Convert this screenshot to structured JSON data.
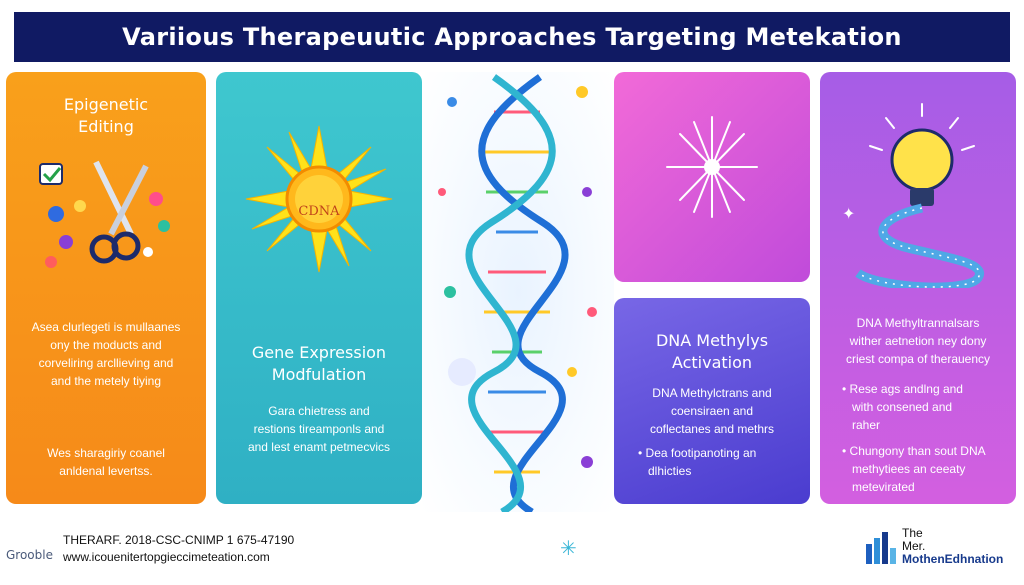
{
  "title": "Variious Therapeuutic Approaches Targeting Metekation",
  "panels": {
    "editing": {
      "title_lines": [
        "Epigenetic",
        "Editing"
      ],
      "body_lines": [
        "Asea clurlegeti is mullaanes",
        "ony the moducts and",
        "corveliring arcllieving and",
        "and the metely tiying"
      ],
      "footer_lines": [
        "Wes sharagiriy coanel",
        "anldenal levertss."
      ]
    },
    "expression": {
      "badge": "CDNA",
      "title_lines": [
        "Gene Expression",
        "Modfulation"
      ],
      "body_lines": [
        "Gara chietress and",
        "restions tireamponls and",
        "and lest enamt petmecvics"
      ]
    },
    "activation": {
      "title_lines": [
        "DNA Methylys",
        "Activation"
      ],
      "body_lines": [
        "DNA Methylctrans and",
        "coensiraen and",
        "coflectanes and methrs"
      ],
      "bullets": [
        "Dea footipanoting an",
        "dlhicties"
      ]
    },
    "transferase": {
      "intro_lines": [
        "DNA Methyltrannalsars",
        "wither aetnetion ney dony",
        "criest compa of therauency"
      ],
      "bullet1": [
        "Rese ags andlng and",
        "with consened and",
        "raher"
      ],
      "bullet2": [
        "Chungony than sout DNA",
        "methytiees an ceeaty",
        "metevirated"
      ]
    }
  },
  "footer": {
    "logo_text": "Grooble",
    "line1": "THERARF. 2018-CSC-CNIMP 1 675-47190",
    "line2": "www.icouenitertopgieccimeteation.com",
    "org_line1": "The",
    "org_line2": "Mer.",
    "org_line3": "MothenEdhnation"
  },
  "colors": {
    "title_bg": "#101a63",
    "editing": "#f68a19",
    "expression": "#34b6c8",
    "activation": "#5646d8",
    "transferase": "#bd5be3",
    "top_purple": "#e061da"
  },
  "icons": [
    "checkbox-icon",
    "scissors-icon",
    "sun-icon",
    "dna-helix-icon",
    "starburst-icon",
    "lightbulb-icon",
    "ribbon-icon",
    "organization-logo-icon"
  ]
}
